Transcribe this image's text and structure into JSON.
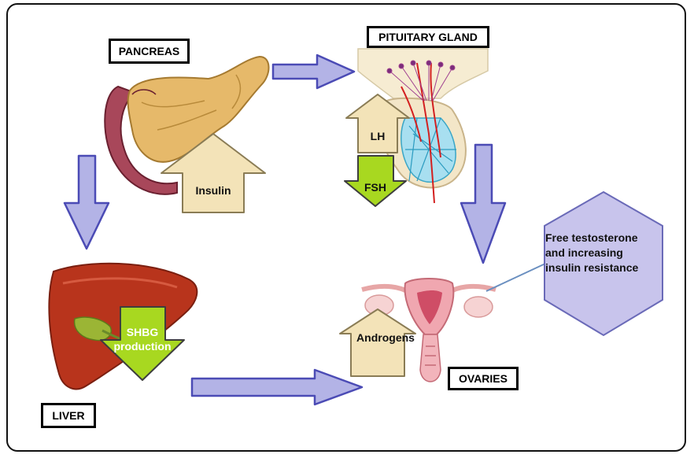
{
  "labels": {
    "pancreas": "PANCREAS",
    "pituitary": "PITUITARY GLAND",
    "liver": "LIVER",
    "ovaries": "OVARIES"
  },
  "hormones": {
    "insulin": "Insulin",
    "lh": "LH",
    "fsh": "FSH",
    "shbg_line1": "SHBG",
    "shbg_line2": "production",
    "androgens": "Androgens"
  },
  "hexagon": {
    "line1": "Free testosterone",
    "line2": "and increasing",
    "line3": "insulin resistance"
  },
  "colors": {
    "flow_arrow_fill": "#b3b3e6",
    "flow_arrow_stroke": "#4b4bb5",
    "increase_arrow_fill": "#f3e3b8",
    "increase_arrow_stroke": "#8a7c55",
    "decrease_arrow_fill": "#a8d820",
    "hexagon_fill": "#c8c4ec",
    "hexagon_stroke": "#6a6ab8"
  }
}
